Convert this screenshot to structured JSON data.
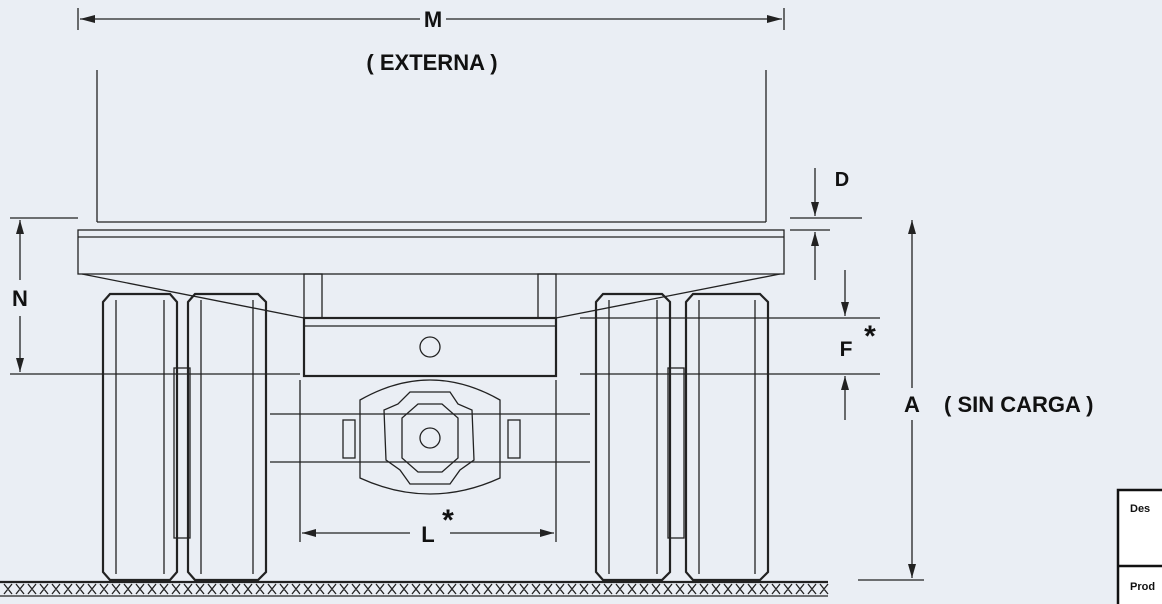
{
  "labels": {
    "m": "M",
    "externa": "( EXTERNA )",
    "d": "D",
    "n": "N",
    "f": "F",
    "f_asterisk": "*",
    "a": "A",
    "sin_carga": "( SIN  CARGA )",
    "l": "L",
    "l_asterisk": "*"
  },
  "table_fragment": {
    "row1": "Des",
    "row2": "Prod"
  }
}
